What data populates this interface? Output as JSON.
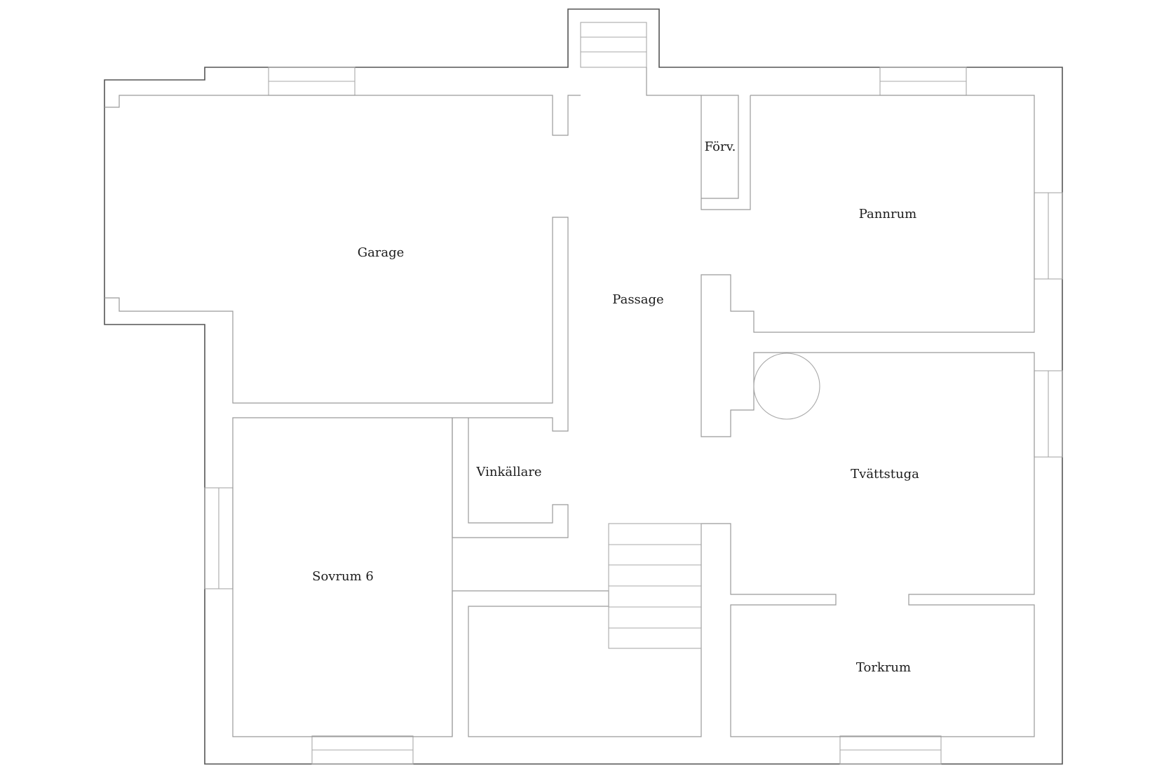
{
  "colors": {
    "outer_wall": "#555555",
    "inner_wall": "#9a9a9a",
    "label": "#1c1c1c",
    "background": "#ffffff"
  },
  "rooms": {
    "garage": "Garage",
    "passage": "Passage",
    "forv": "Förv.",
    "pannrum": "Pannrum",
    "vinkallare": "Vinkällare",
    "tvattstuga": "Tvättstuga",
    "sovrum6": "Sovrum 6",
    "torkrum": "Torkrum"
  }
}
